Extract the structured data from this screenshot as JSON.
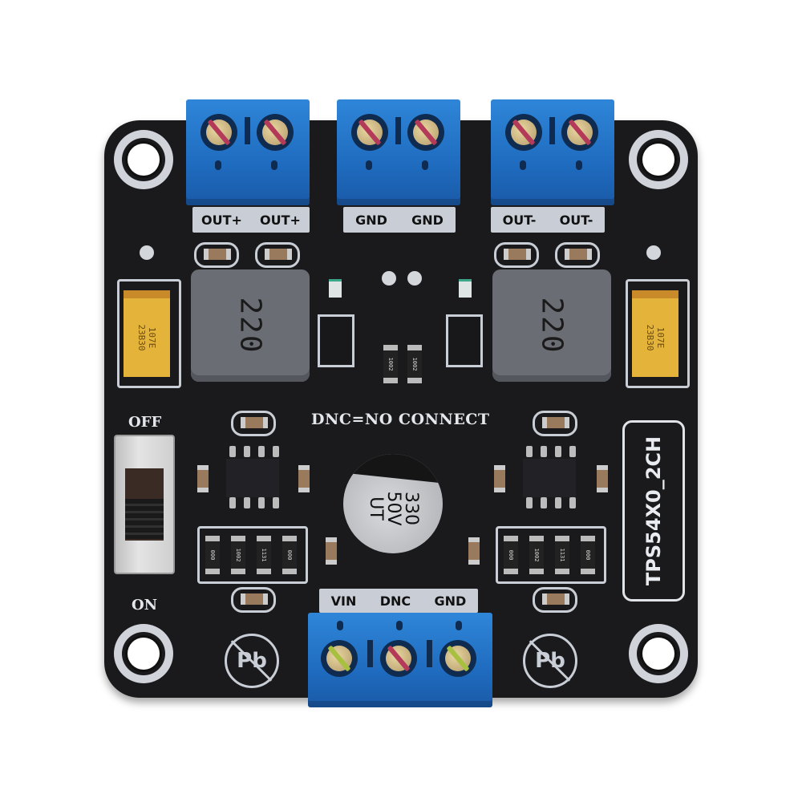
{
  "image": {
    "subject": "TPS54X0_2CH dual-channel DC-DC converter module PCB",
    "background_color": "#ffffff",
    "board_color": "#1a1a1c",
    "terminal_color": "#1f6cc0",
    "silkscreen_color": "#e3e6ea"
  },
  "terminals": {
    "top_left": {
      "labels": [
        "OUT+",
        "OUT+"
      ]
    },
    "top_middle": {
      "labels": [
        "GND",
        "GND"
      ]
    },
    "top_right": {
      "labels": [
        "OUT-",
        "OUT-"
      ]
    },
    "bottom": {
      "labels": [
        "VIN",
        "DNC",
        "GND"
      ]
    }
  },
  "silkscreen": {
    "dnc_note": "DNC=NO CONNECT",
    "board_name": "TPS54X0_2CH",
    "switch_off": "OFF",
    "switch_on": "ON",
    "lead_free_mark": "Pb"
  },
  "components": {
    "inductor_left": "220",
    "inductor_right": "220",
    "tantalum_left": [
      "107E",
      "23B30"
    ],
    "tantalum_right": [
      "107E",
      "23B30"
    ],
    "electrolytic_cap": [
      "330",
      "50V",
      "UT"
    ],
    "resistors_center": [
      "1002",
      "1002"
    ],
    "resistors_left": [
      "000",
      "1002",
      "1131",
      "000"
    ],
    "resistors_right": [
      "000",
      "1002",
      "1131",
      "000"
    ]
  }
}
